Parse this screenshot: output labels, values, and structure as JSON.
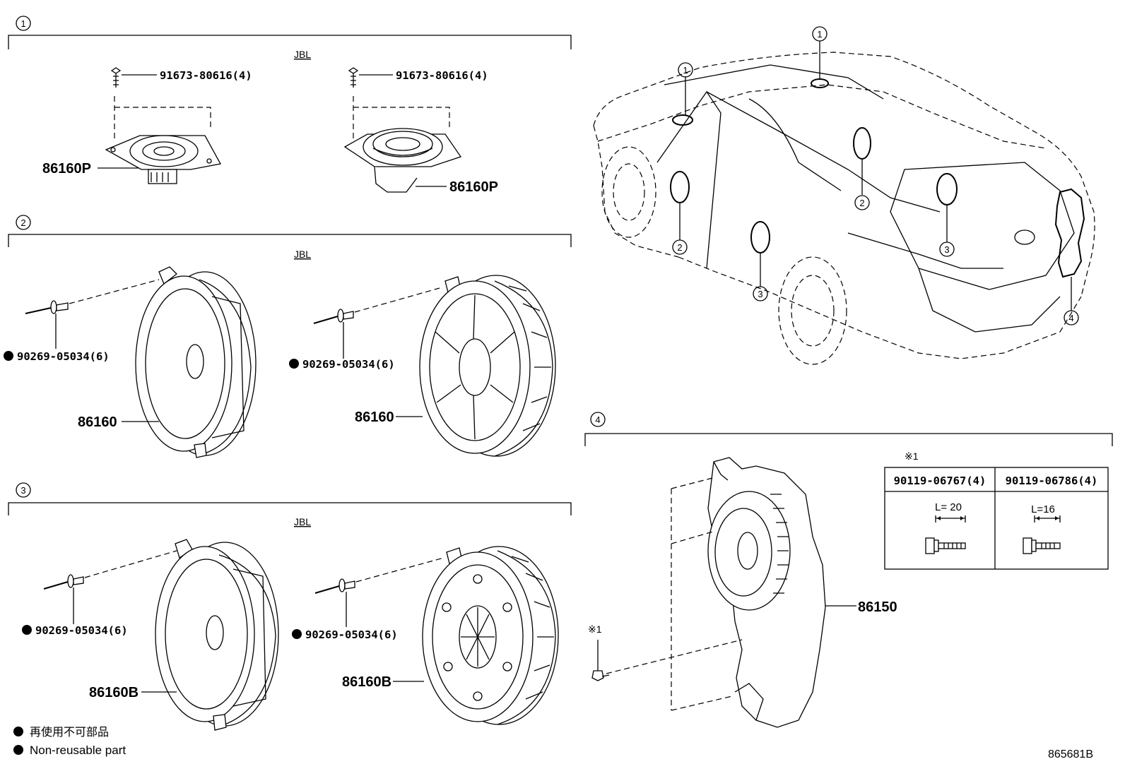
{
  "sections": {
    "s1": {
      "num": "1",
      "jbl": "JBL",
      "screw_a": "91673-80616(4)",
      "screw_b": "91673-80616(4)",
      "part_a": "86160P",
      "part_b": "86160P"
    },
    "s2": {
      "num": "2",
      "jbl": "JBL",
      "bolt_a": "90269-05034(6)",
      "bolt_b": "90269-05034(6)",
      "part_a": "86160",
      "part_b": "86160"
    },
    "s3": {
      "num": "3",
      "jbl": "JBL",
      "bolt_a": "90269-05034(6)",
      "bolt_b": "90269-05034(6)",
      "part_a": "86160B",
      "part_b": "86160B"
    },
    "s4": {
      "num": "4",
      "part": "86150",
      "note_mark": "※1",
      "screw_mark": "※1",
      "table": {
        "col1_header": "90119-06767(4)",
        "col1_length": "L= 20",
        "col2_header": "90119-06786(4)",
        "col2_length": "L=16"
      }
    }
  },
  "vehicle": {
    "callouts": [
      "1",
      "1",
      "2",
      "2",
      "3",
      "3",
      "4"
    ]
  },
  "legend": {
    "jp": "再使用不可部品",
    "en": "Non-reusable part"
  },
  "drawing_number": "865681B"
}
